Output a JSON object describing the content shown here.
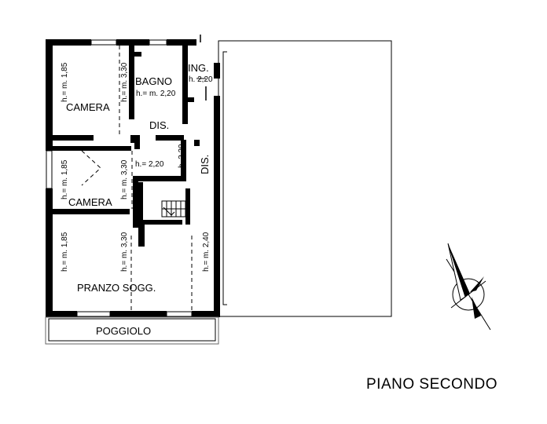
{
  "title": "PIANO SECONDO",
  "rooms": {
    "camera_top": "CAMERA",
    "bagno": "BAGNO",
    "ingresso": "ING.",
    "dis_upper": "DIS.",
    "dis_right": "DIS.",
    "camera_mid": "CAMERA",
    "pranzo": "PRANZO SOGG.",
    "poggiolo": "POGGIOLO"
  },
  "heights": {
    "camera_top_left": "h.= m. 1,85",
    "camera_top_right": "h.= m. 3,30",
    "bagno": "h.= m. 2,20",
    "ingresso": "h. 2,20",
    "dis_center": "h.= 2,20",
    "dis_right_upper": "h. 2,20",
    "camera_mid_left": "h.= m. 1,85",
    "camera_mid_right": "h.= m. 3,30",
    "pranzo_left": "h.= m. 1,85",
    "pranzo_right": "h.= m. 3,30",
    "dis_right_lower": "h.= m. 2,40"
  },
  "icons": {
    "north_arrow": "compass-north-arrow-icon",
    "stairs": "stairs-icon"
  }
}
